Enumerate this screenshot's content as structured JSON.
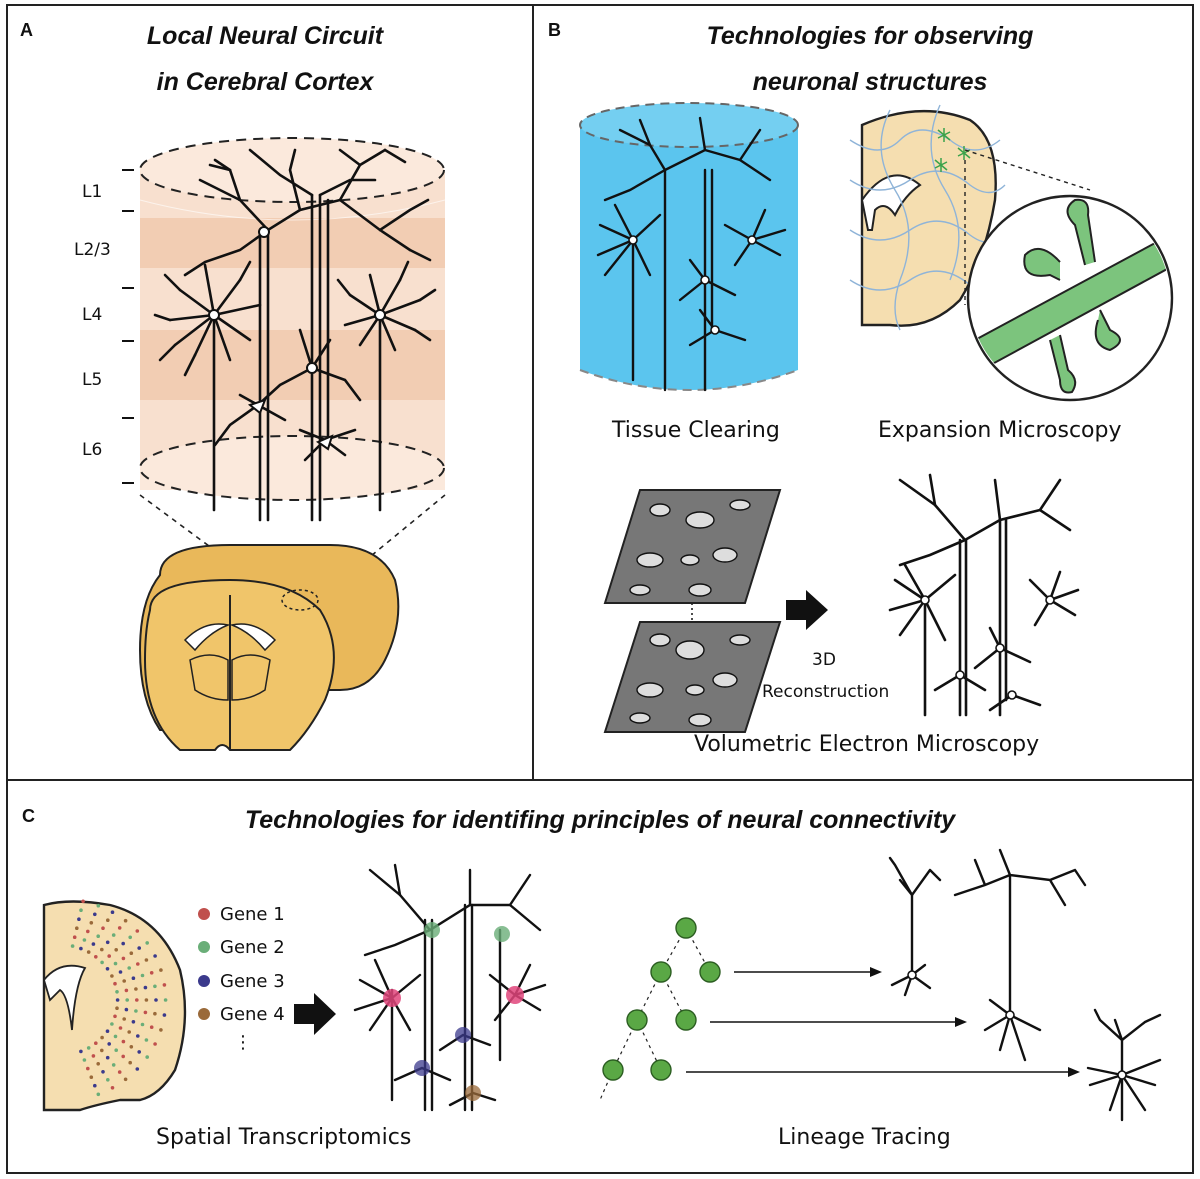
{
  "panel_a": {
    "letter": "A",
    "title_line1": "Local Neural Circuit",
    "title_line2": "in Cerebral Cortex",
    "layers": [
      "L1",
      "L2/3",
      "L4",
      "L5",
      "L6"
    ]
  },
  "panel_b": {
    "letter": "B",
    "title_line1": "Technologies for observing",
    "title_line2": "neuronal structures",
    "tissue_clearing": "Tissue Clearing",
    "expansion_microscopy": "Expansion Microscopy",
    "reconstruction_line1": "3D",
    "reconstruction_line2": "Reconstruction",
    "volumetric_em": "Volumetric Electron Microscopy"
  },
  "panel_c": {
    "letter": "C",
    "title": "Technologies for identifing principles of neural connectivity",
    "genes": [
      {
        "label": "Gene 1",
        "color": "#c0504d"
      },
      {
        "label": "Gene 2",
        "color": "#6aae78"
      },
      {
        "label": "Gene 3",
        "color": "#3b3a8c"
      },
      {
        "label": "Gene 4",
        "color": "#9a6a3a"
      }
    ],
    "genes_more": "⋮",
    "spatial_transcriptomics": "Spatial Transcriptomics",
    "lineage_tracing": "Lineage Tracing"
  },
  "colors": {
    "cortex_band_dark": "#f2cdb3",
    "cortex_band_light": "#f8e0cf",
    "brain_fill": "#e9b85a",
    "clearing_blue": "#5bc5ee",
    "expansion_fill": "#f5deb0",
    "expansion_green": "#7cc47d",
    "lineage_green": "#5aa845",
    "gene_pink": "#e0457b"
  }
}
